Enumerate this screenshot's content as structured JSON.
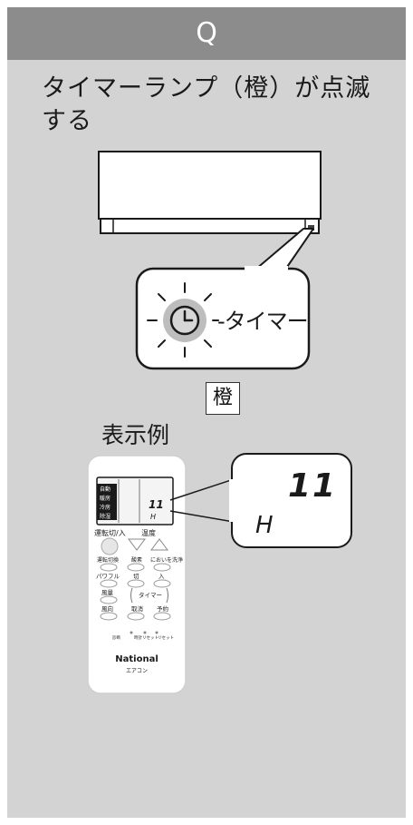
{
  "header": {
    "label": "Q"
  },
  "question": {
    "title_line1": "タイマーランプ（橙）が点滅",
    "title_line2": "する"
  },
  "indicator": {
    "timer_label": "-タイマー"
  },
  "lamp_color": "橙",
  "example_label": "表示例",
  "remote": {
    "modes": [
      "自動",
      "暖房",
      "冷房",
      "除湿"
    ],
    "display_top": "11",
    "display_bottom": "H",
    "power_label": "運転切/入",
    "temp_label": "温度",
    "buttons_row1": [
      "運転切換",
      "酸素",
      "においを洗浄"
    ],
    "buttons_row2": [
      "パワフル",
      "切",
      "入"
    ],
    "timer_group": "タイマー",
    "buttons_row3": [
      "風量",
      "取消",
      "予約"
    ],
    "buttons_row4": [
      "風向"
    ],
    "reset_labels": [
      "診断",
      "時計リセット",
      "リセット"
    ],
    "brand": "National",
    "product": "エアコン"
  },
  "zoom_display": {
    "top": "11",
    "bottom": "H"
  },
  "colors": {
    "header_bg": "#8c8c8c",
    "panel_bg": "#d3d3d3",
    "lamp_glow": "#b3b3b3"
  }
}
